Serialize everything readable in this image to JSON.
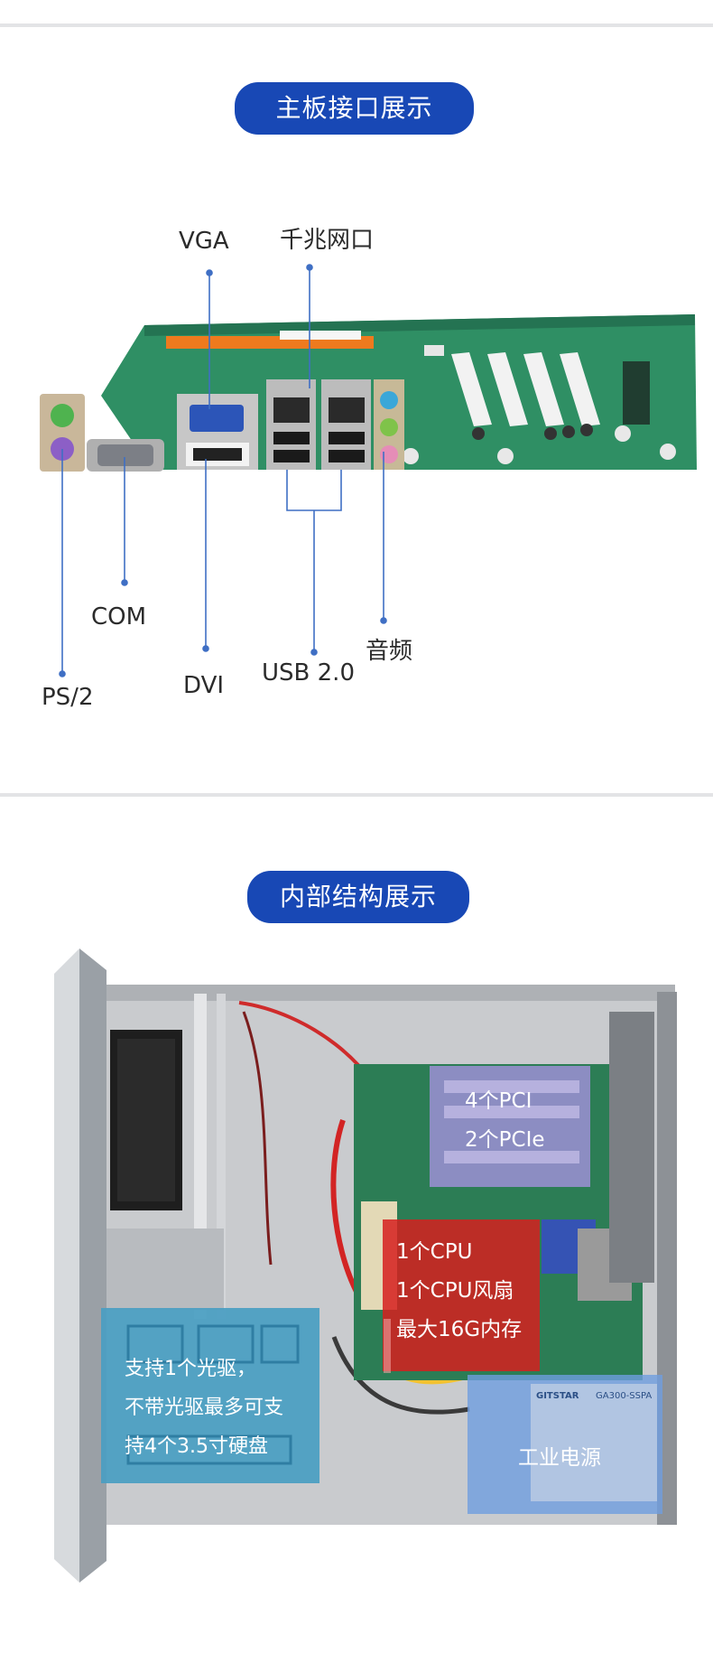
{
  "section1": {
    "title": "主板接口展示",
    "labels": {
      "vga": "VGA",
      "lan": "千兆网口",
      "com": "COM",
      "audio": "音频",
      "ps2": "PS/2",
      "dvi": "DVI",
      "usb": "USB 2.0"
    }
  },
  "section2": {
    "title": "内部结构展示",
    "pci": [
      "4个PCI",
      "2个PCIe"
    ],
    "cpu": [
      "1个CPU",
      "1个CPU风扇",
      "最大16G内存"
    ],
    "drive": [
      "支持1个光驱，",
      "不带光驱最多可支",
      "持4个3.5寸硬盘"
    ],
    "psu": "工业电源",
    "psu_brand": "GITSTAR",
    "psu_model": "GA300-SSPA"
  },
  "colors": {
    "pill_bg": "#1848b5",
    "pointer": "#3f6fc4",
    "pci_overlay": "#9a8fd1",
    "cpu_overlay": "#d61f1f",
    "drive_overlay": "#4a9ec2",
    "psu_overlay": "#6f9ee0"
  }
}
